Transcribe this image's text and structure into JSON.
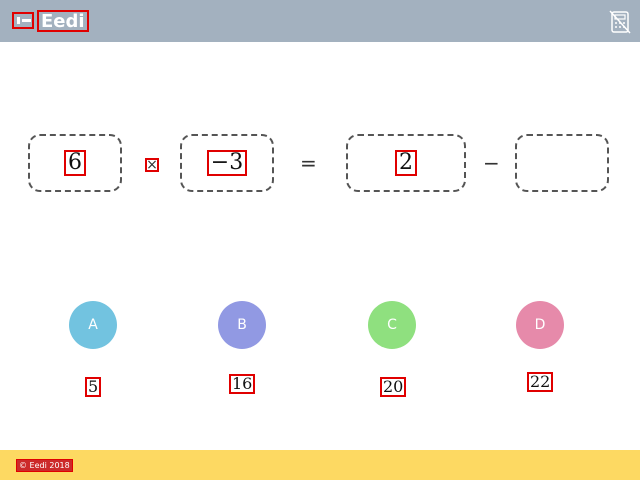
{
  "header": {
    "brand": "Eedi",
    "logo_icon": "eedi-logo-icon",
    "calculator_icon": "calculator-disabled-icon",
    "bg_color": "#a3b1bf"
  },
  "equation": {
    "box1_value": "6",
    "operator1": "×",
    "box2_value": "−3",
    "equals": "=",
    "box3_value": "2",
    "operator2": "−",
    "box4_value": ""
  },
  "choices": [
    {
      "letter": "A",
      "answer": "5",
      "color": "#72c3e0"
    },
    {
      "letter": "B",
      "answer": "16",
      "color": "#9199e3"
    },
    {
      "letter": "C",
      "answer": "20",
      "color": "#8fe07f"
    },
    {
      "letter": "D",
      "answer": "22",
      "color": "#e68aaa"
    }
  ],
  "footer": {
    "copyright": "© Eedi 2018",
    "bg_color": "#fdd962"
  }
}
